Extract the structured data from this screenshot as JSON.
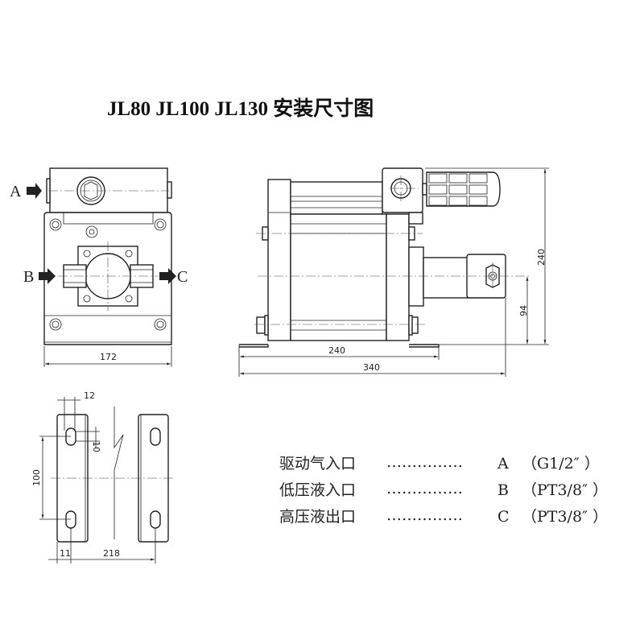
{
  "title": "JL80  JL100  JL130 安装尺寸图",
  "front_view": {
    "port_a": "A",
    "port_b": "B",
    "port_c": "C",
    "width_dim": "172"
  },
  "side_view": {
    "height_dim": "240",
    "outlet_height_dim": "94",
    "base_length_dim": "240",
    "total_length_dim": "340"
  },
  "bracket_view": {
    "slot_offset_dim": "12",
    "slot_width_dim": "10",
    "hole_spacing_dim": "100",
    "edge_dim": "11",
    "bracket_spacing_dim": "218"
  },
  "legend": [
    {
      "label": "驱动气入口",
      "dots": "……………",
      "port": "A",
      "spec": "（G1/2″ ）"
    },
    {
      "label": "低压液入口",
      "dots": "……………",
      "port": "B",
      "spec": "（PT3/8″ ）"
    },
    {
      "label": "高压液出口",
      "dots": "……………",
      "port": "C",
      "spec": "（PT3/8″ ）"
    }
  ]
}
